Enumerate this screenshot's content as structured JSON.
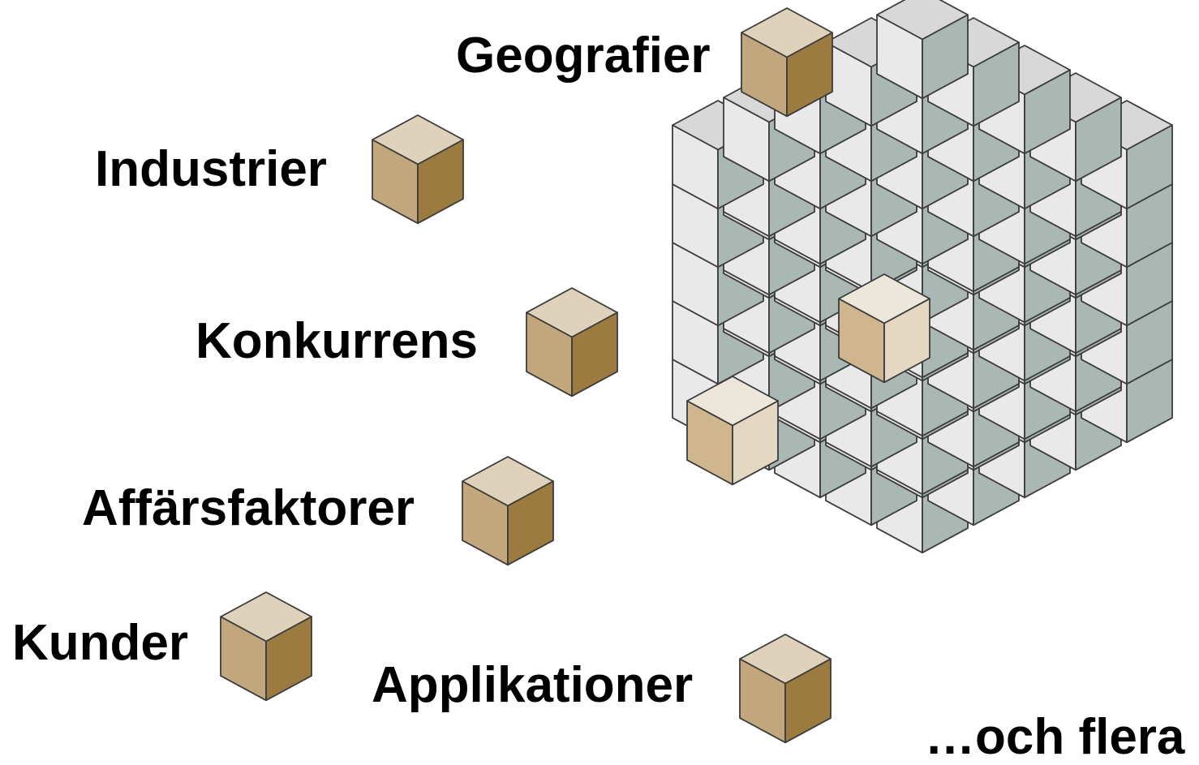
{
  "labels": {
    "geografier": "Geografier",
    "industrier": "Industrier",
    "konkurrens": "Konkurrens",
    "affarsfaktorer": "Affärsfaktorer",
    "kunder": "Kunder",
    "applikationer": "Applikationer",
    "och_flera": "…och flera"
  },
  "colors": {
    "tan_top": "#dfd2bb",
    "tan_left": "#c2a77c",
    "tan_right": "#9c7b41",
    "light_top": "#ede6da",
    "light_left": "#cfb68f",
    "light_right": "#e4d8c2",
    "grey_top": "#d8d8d8",
    "grey_left": "#e9e9e9",
    "grey_right": "#aab7b3",
    "edge": "#3c3c3c"
  }
}
